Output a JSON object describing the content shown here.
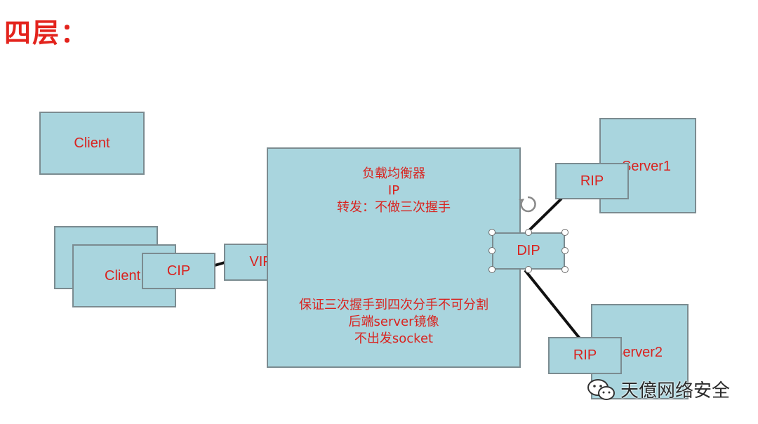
{
  "title": "四层：",
  "nodes": {
    "client_top": "Client",
    "client_stack": "Client",
    "cip": "CIP",
    "vip": "VIP",
    "dip": "DIP",
    "server1": "Server1",
    "server2": "Server2",
    "rip1": "RIP",
    "rip2": "RIP"
  },
  "load_balancer": {
    "lines_top": [
      "负载均衡器",
      "IP",
      "转发：不做三次握手"
    ],
    "lines_bottom": [
      "保证三次握手到四次分手不可分割",
      "后端server镜像",
      "不出发socket"
    ]
  },
  "watermark": {
    "text": "天億网络安全",
    "icon": "wechat-icon"
  },
  "colors": {
    "box_fill": "#a9d5de",
    "box_border": "#7b8b90",
    "text_red": "#d9231f",
    "connector": "#111111"
  }
}
